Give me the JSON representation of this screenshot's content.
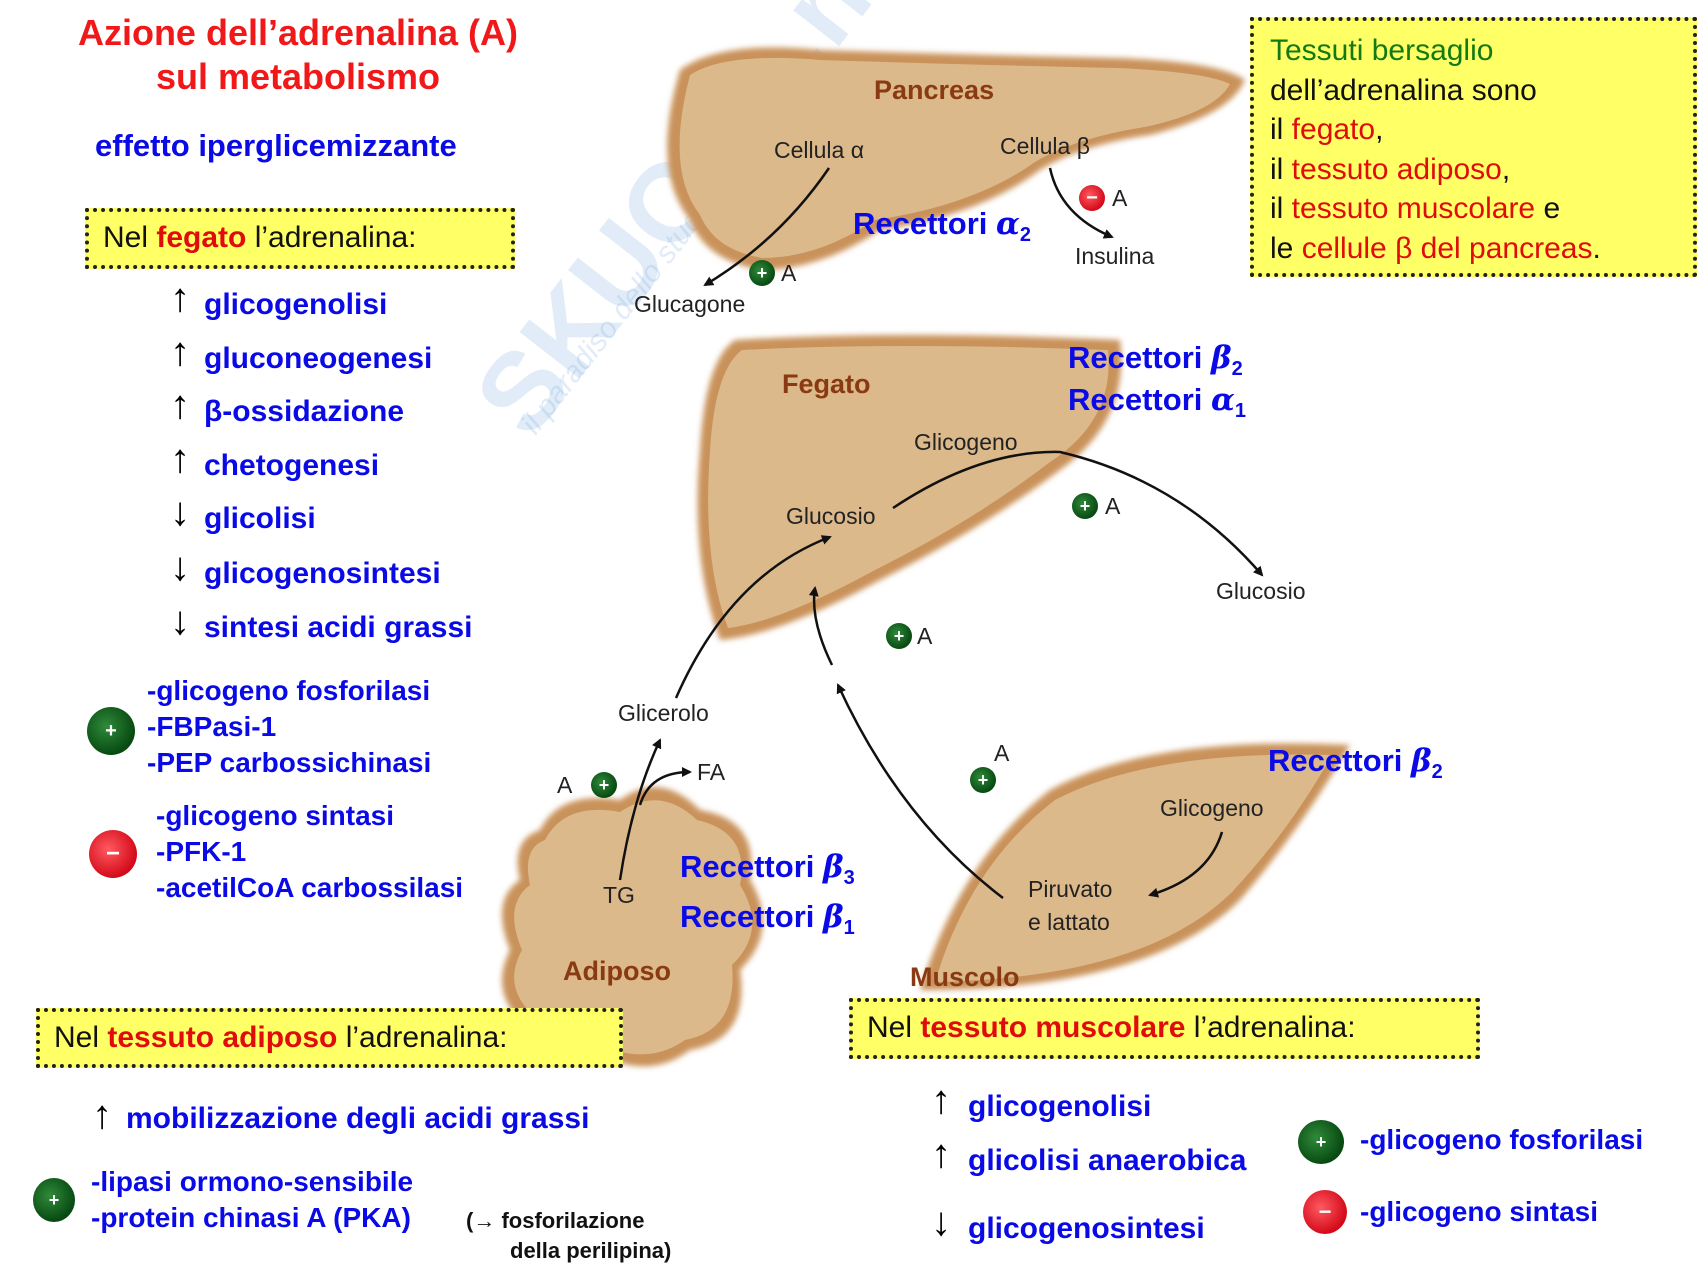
{
  "title": {
    "line1": "Azione dell’adrenalina (A)",
    "line2": "sul metabolismo"
  },
  "subtitle": "effetto iperglicemizzante",
  "watermark": {
    "brand": "SKUOLA.net",
    "tagline": "il paradiso dello studente"
  },
  "liver_box": {
    "pre": "Nel ",
    "highlight": "fegato",
    "post": " l’adrenalina:"
  },
  "liver_effects": [
    {
      "arrow": "↑",
      "label": "glicogenolisi"
    },
    {
      "arrow": "↑",
      "label": "gluconeogenesi"
    },
    {
      "arrow": "↑",
      "label": "β-ossidazione"
    },
    {
      "arrow": "↑",
      "label": "chetogenesi"
    },
    {
      "arrow": "↓",
      "label": "glicolisi"
    },
    {
      "arrow": "↓",
      "label": "glicogenosintesi"
    },
    {
      "arrow": "↓",
      "label": "sintesi acidi grassi"
    }
  ],
  "liver_activated": [
    "-glicogeno fosforilasi",
    "-FBPasi-1",
    "-PEP carbossichinasi"
  ],
  "liver_inhibited": [
    "-glicogeno sintasi",
    "-PFK-1",
    "-acetilCoA carbossilasi"
  ],
  "adipose_box": {
    "pre": "Nel ",
    "highlight": "tessuto adiposo",
    "post": " l’adrenalina:"
  },
  "adipose_effect": {
    "arrow": "↑",
    "label": "mobilizzazione degli acidi grassi"
  },
  "adipose_activated": [
    "-lipasi ormono-sensibile",
    "-protein chinasi A (PKA)"
  ],
  "adipose_note": {
    "line1": "(→ fosforilazione",
    "line2": "della perilipina)"
  },
  "muscle_box": {
    "pre": "Nel ",
    "highlight": "tessuto muscolare",
    "post": " l’adrenalina:"
  },
  "muscle_effects": [
    {
      "arrow": "↑",
      "label": "glicogenolisi"
    },
    {
      "arrow": "↑",
      "label": "glicolisi anaerobica"
    },
    {
      "arrow": "↓",
      "label": "glicogenosintesi"
    }
  ],
  "muscle_activated": "-glicogeno fosforilasi",
  "muscle_inhibited": "-glicogeno sintasi",
  "targets_box": {
    "heading": "Tessuti bersaglio",
    "line2": "dell’adrenalina sono",
    "l3_pre": "il ",
    "l3_hl": "fegato",
    "l3_post": ",",
    "l4_pre": "il ",
    "l4_hl": "tessuto adiposo",
    "l4_post": ",",
    "l5_pre": "il ",
    "l5_hl": "tessuto muscolare",
    "l5_post": " e",
    "l6_pre": "le ",
    "l6_hl": "cellule β del pancreas",
    "l6_post": "."
  },
  "receptors": {
    "pancreas": {
      "label": "Recettori ",
      "greek": "α",
      "sub": "2"
    },
    "liver_b": {
      "label": "Recettori ",
      "greek": "β",
      "sub": "2"
    },
    "liver_a": {
      "label": "Recettori ",
      "greek": "α",
      "sub": "1"
    },
    "muscle": {
      "label": "Recettori ",
      "greek": "β",
      "sub": "2"
    },
    "adipose_b3": {
      "label": "Recettori ",
      "greek": "β",
      "sub": "3"
    },
    "adipose_b1": {
      "label": "Recettori ",
      "greek": "β",
      "sub": "1"
    }
  },
  "diagram": {
    "pancreas": "Pancreas",
    "cell_alpha": "Cellula α",
    "cell_beta": "Cellula β",
    "glucagon": "Glucagone",
    "insulin": "Insulina",
    "liver": "Fegato",
    "glycogen_liver": "Glicogeno",
    "glucose_liver": "Glucosio",
    "glucose_out": "Glucosio",
    "glycerol": "Glicerolo",
    "fa": "FA",
    "tg": "TG",
    "adipose": "Adiposo",
    "muscle": "Muscolo",
    "glycogen_muscle": "Glicogeno",
    "pyruvate1": "Piruvato",
    "pyruvate2": "e lattato",
    "a": "A",
    "plus": "+",
    "minus": "−"
  },
  "colors": {
    "blue": "#0a0ae6",
    "red": "#e8141c",
    "green": "#127a12",
    "box": "#ffff66",
    "organ": "#dcb98a"
  }
}
